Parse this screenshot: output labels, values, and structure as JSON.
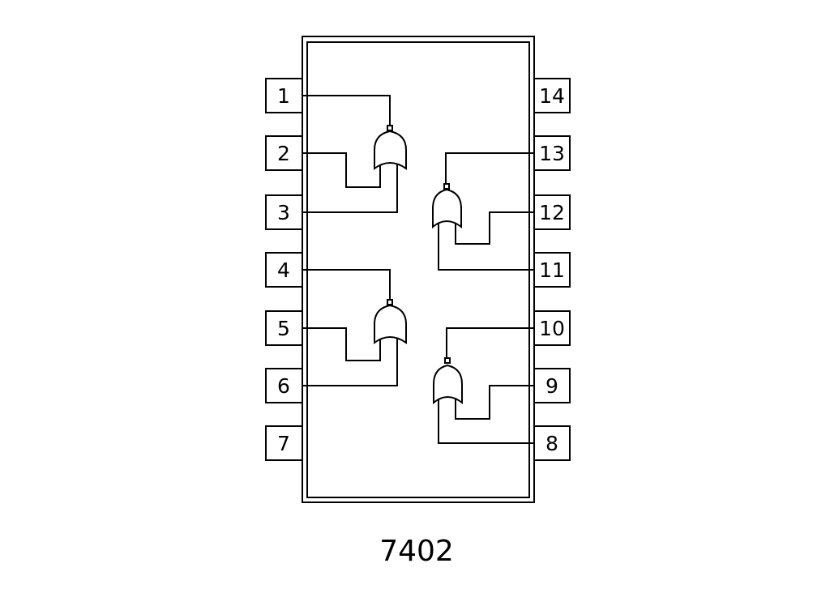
{
  "chip": {
    "part_number": "7402",
    "pins": {
      "p1": "1",
      "p2": "2",
      "p3": "3",
      "p4": "4",
      "p5": "5",
      "p6": "6",
      "p7": "7",
      "p8": "8",
      "p9": "9",
      "p10": "10",
      "p11": "11",
      "p12": "12",
      "p13": "13",
      "p14": "14"
    }
  }
}
